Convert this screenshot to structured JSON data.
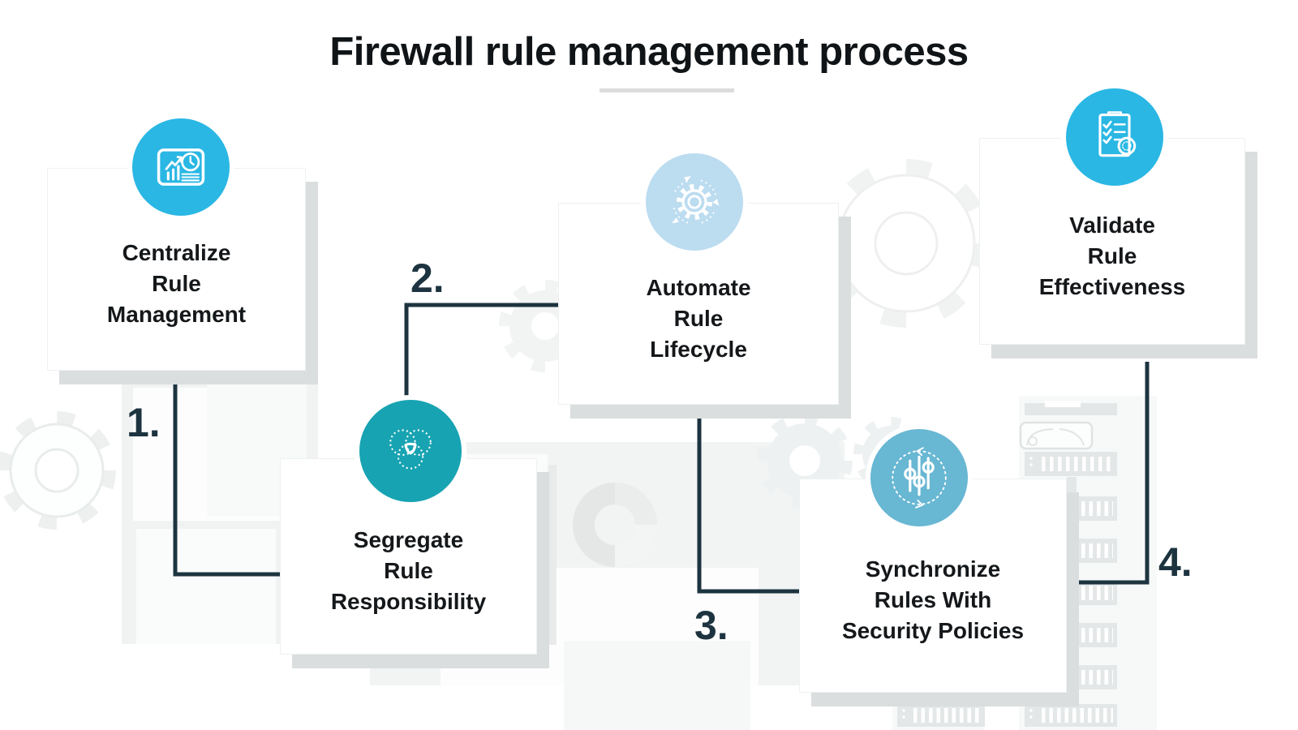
{
  "title": "Firewall rule management process",
  "steps": [
    {
      "label": "Centralize\nRule\nManagement",
      "icon": "analytics-dashboard-icon",
      "circle_color": "#2ab7e4"
    },
    {
      "label": "Segregate\nRule\nResponsibility",
      "icon": "venn-diagram-icon",
      "circle_color": "#17a3b2"
    },
    {
      "label": "Automate\nRule\nLifecycle",
      "icon": "gear-refresh-icon",
      "circle_color": "#bcdcf0"
    },
    {
      "label": "Synchronize\nRules With\nSecurity Policies",
      "icon": "sliders-sync-icon",
      "circle_color": "#68b7d3"
    },
    {
      "label": "Validate\nRule\nEffectiveness",
      "icon": "checklist-badge-icon",
      "circle_color": "#2ab7e4"
    }
  ],
  "connectors": [
    {
      "number": "1."
    },
    {
      "number": "2."
    },
    {
      "number": "3."
    },
    {
      "number": "4."
    }
  ],
  "colors": {
    "connector": "#1d3440",
    "card_shadow": "#dbdede",
    "text": "#15181a",
    "title_underline": "#dcdcdc",
    "watermark": "#eef1f1"
  },
  "background_watermarks": [
    "gear-watermark",
    "paper-stack-watermark",
    "donut-chart-watermark",
    "server-tower-watermark"
  ]
}
